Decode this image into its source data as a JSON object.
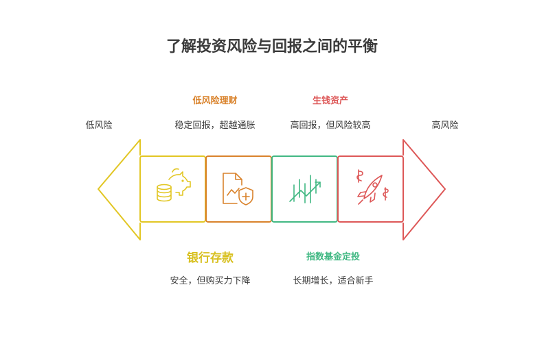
{
  "title": "了解投资风险与回报之间的平衡",
  "ends": {
    "left_label": "低风险",
    "right_label": "高风险"
  },
  "steps": [
    {
      "heading": "银行存款",
      "desc": "安全，但购买力下降",
      "icon": "piggy-bank-coins-icon",
      "color": "#e2c623"
    },
    {
      "heading": "低风险理财",
      "desc": "稳定回报，超越通胀",
      "icon": "document-shield-icon",
      "color": "#d9822b"
    },
    {
      "heading": "指数基金定投",
      "desc": "长期增长，适合新手",
      "icon": "growth-chart-icon",
      "color": "#41b883"
    },
    {
      "heading": "生钱资产",
      "desc": "高回报，但风险较高",
      "icon": "rocket-dollar-icon",
      "color": "#dd5757"
    }
  ]
}
